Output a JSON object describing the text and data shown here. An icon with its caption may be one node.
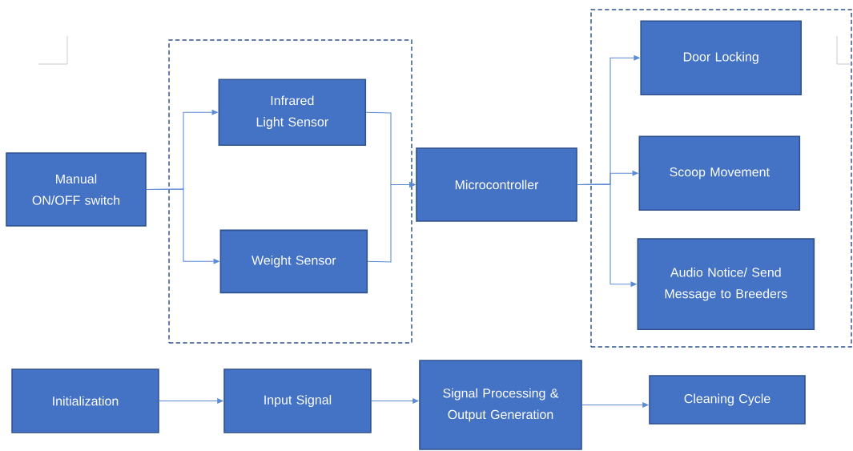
{
  "diagram": {
    "nodes": [
      {
        "text": [
          "Manual ON/OFF switch"
        ]
      },
      {
        "text": [],
        "shape": "box"
      },
      {
        "text": [
          "Infrared Light Sensor"
        ],
        "in": 1
      },
      {
        "text": [
          "Weight Sensor"
        ],
        "in": 1
      },
      {
        "text": [
          "Microcontroller"
        ]
      },
      {
        "text": [],
        "shape": "box"
      },
      {
        "text": [
          "Door Locking"
        ],
        "in": 5
      },
      {
        "text": [
          "Scoop Movement"
        ],
        "in": 5
      },
      {
        "text": [
          "Audio Notice/ Send Message to Breeders"
        ],
        "in": 5
      },
      {
        "text": [
          "Initialization"
        ]
      },
      {
        "text": [
          "Input Signal"
        ]
      },
      {
        "text": [
          "Signal Processing & Output Generation"
        ]
      },
      {
        "text": [
          "Cleaning Cycle"
        ]
      }
    ],
    "edges": [
      {
        "from": 0,
        "to": 2,
        "arrow": "to"
      },
      {
        "from": 0,
        "to": 3,
        "arrow": "to"
      },
      {
        "from": 2,
        "to": 4,
        "arrow": "to"
      },
      {
        "from": 3,
        "to": 4,
        "arrow": "to"
      },
      {
        "from": 4,
        "to": 6,
        "arrow": "to"
      },
      {
        "from": 4,
        "to": 7,
        "arrow": "to"
      },
      {
        "from": 4,
        "to": 8,
        "arrow": "to"
      },
      {
        "from": 9,
        "to": 10,
        "arrow": "to"
      },
      {
        "from": 10,
        "to": 11,
        "arrow": "to"
      },
      {
        "from": 11,
        "to": 12,
        "arrow": "to"
      }
    ]
  }
}
